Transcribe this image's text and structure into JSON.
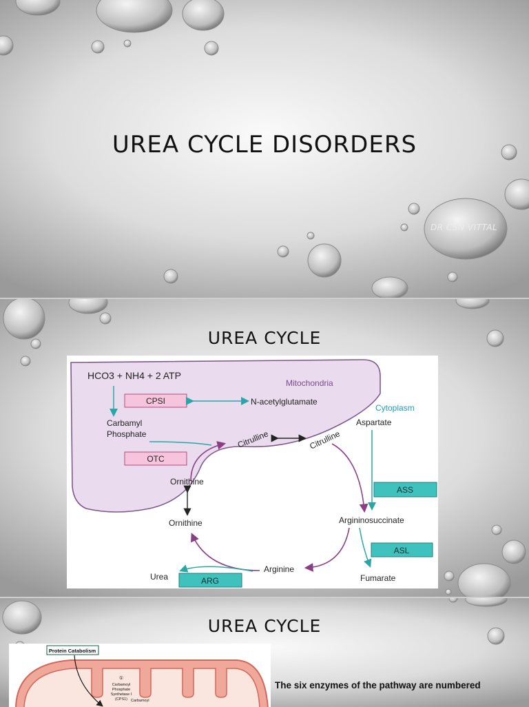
{
  "slide1": {
    "title": "UREA CYCLE DISORDERS",
    "author": "DR CSN VITTAL"
  },
  "slide2": {
    "title": "UREA CYCLE",
    "diagram": {
      "substrates": "HCO3 + NH4 + 2 ATP",
      "compartment_mito": "Mitochondria",
      "compartment_cyto": "Cytoplasm",
      "carbamyl_line1": "Carbamyl",
      "carbamyl_line2": "Phosphate",
      "nag": "N-acetylglutamate",
      "citrulline": "Citrulline",
      "ornithine": "Ornithine",
      "aspartate": "Aspartate",
      "argininosuccinate": "Argininosuccinate",
      "fumarate": "Fumarate",
      "arginine": "Arginine",
      "urea": "Urea",
      "enzymes": {
        "cps": "CPSI",
        "otc": "OTC",
        "ass": "ASS",
        "asl": "ASL",
        "arg": "ARG"
      }
    }
  },
  "slide3": {
    "title": "UREA CYCLE",
    "caption": "The six enzymes of the pathway are numbered",
    "figure": {
      "box_label": "Protein Catabolism",
      "enzyme_num": "①",
      "enzyme_l1": "Carbamoyl",
      "enzyme_l2": "Phosphate",
      "enzyme_l3": "Synthetase I",
      "enzyme_l4": "(CPS1)",
      "partial_l1": "Carbamoyl"
    }
  },
  "colors": {
    "mito_fill": "#eadbee",
    "mito_stroke": "#7d5a8c",
    "enzyme_pink": "#f6c4dc",
    "enzyme_teal": "#3fc1be",
    "arrow_teal": "#2aa6a6",
    "arrow_purple": "#8a3e83",
    "cyto_text": "#1f9fb5",
    "mito_text": "#7a4b8c"
  }
}
